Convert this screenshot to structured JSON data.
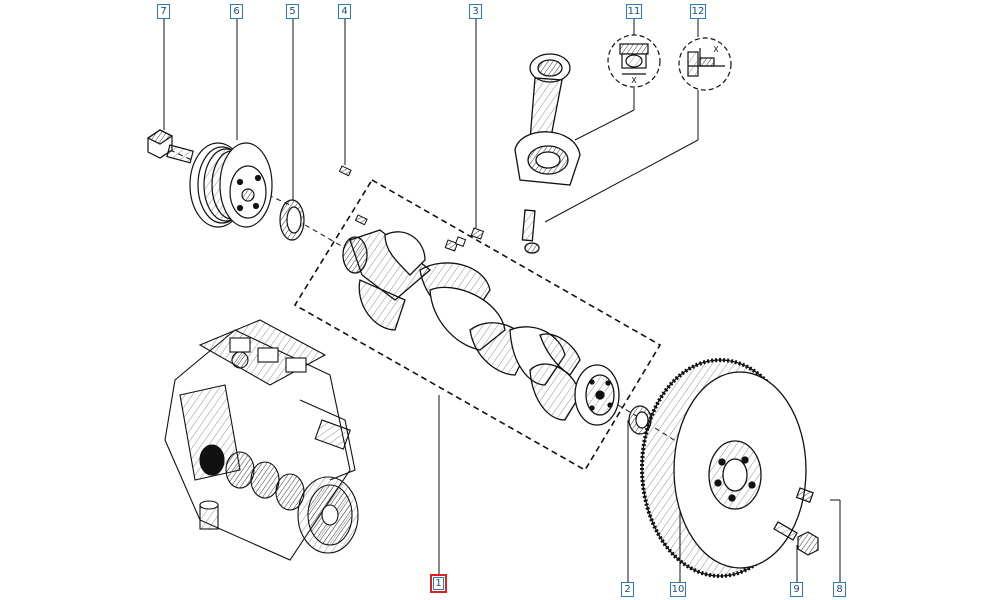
{
  "diagram": {
    "title": "Crankshaft, flywheel and connecting rod assembly",
    "colors": {
      "ink": "#111111",
      "callout_border": "#2b7bb5",
      "highlight": "#e02020"
    },
    "callouts": [
      {
        "id": "c7",
        "label": "7"
      },
      {
        "id": "c6",
        "label": "6"
      },
      {
        "id": "c5",
        "label": "5"
      },
      {
        "id": "c4",
        "label": "4"
      },
      {
        "id": "c3",
        "label": "3"
      },
      {
        "id": "c11",
        "label": "11"
      },
      {
        "id": "c12",
        "label": "12"
      },
      {
        "id": "c1",
        "label": "1",
        "highlighted": true
      },
      {
        "id": "c2",
        "label": "2"
      },
      {
        "id": "c10",
        "label": "10"
      },
      {
        "id": "c9",
        "label": "9"
      },
      {
        "id": "c8",
        "label": "8"
      }
    ],
    "detail_marks": {
      "bearing_x": "X",
      "gauge_x": "X"
    }
  }
}
